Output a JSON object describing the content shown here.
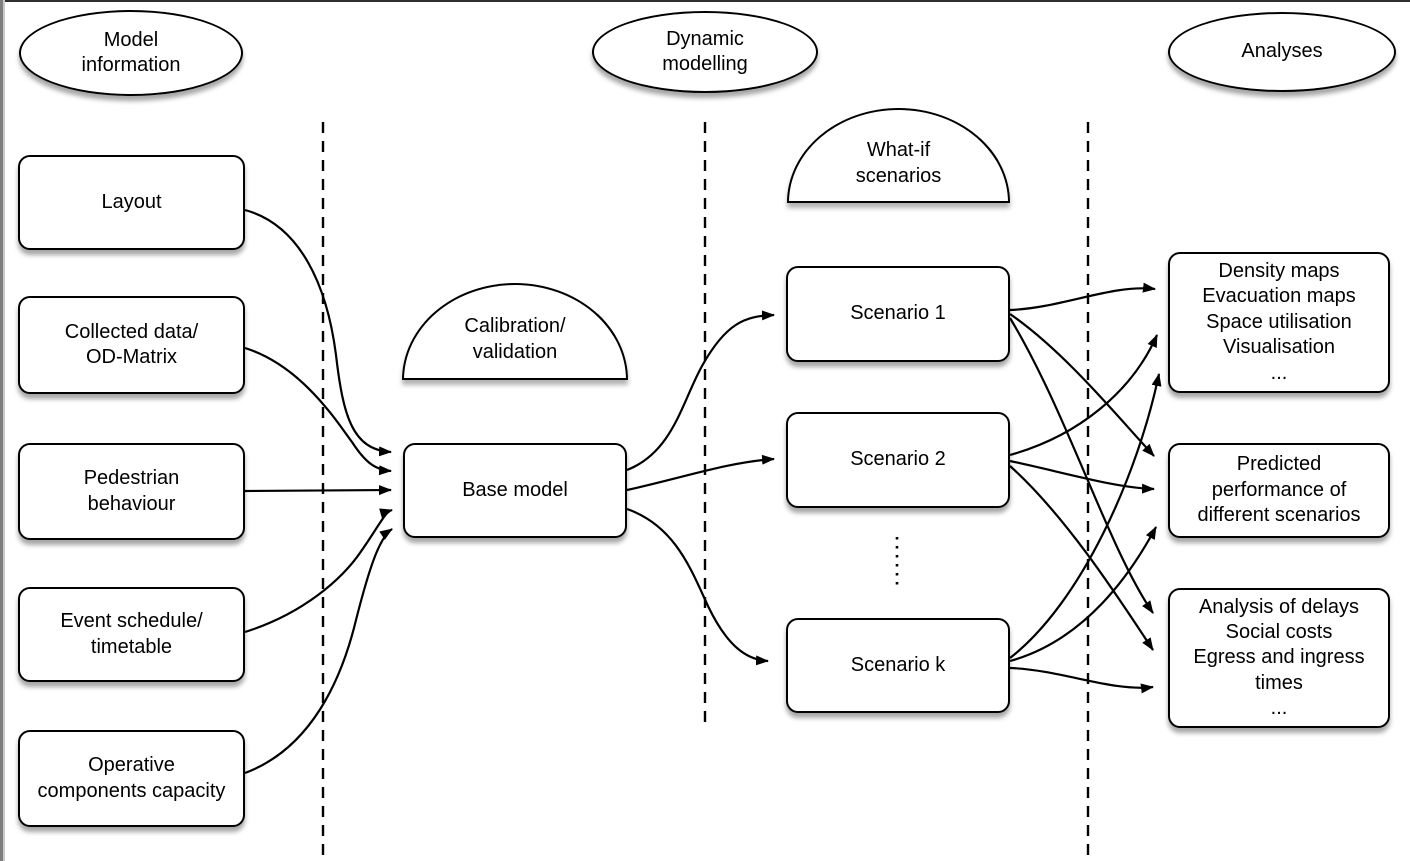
{
  "diagram": {
    "headers": {
      "model_information": "Model\ninformation",
      "dynamic_modelling": "Dynamic\nmodelling",
      "analyses": "Analyses"
    },
    "process_labels": {
      "calibration": "Calibration/\nvalidation",
      "what_if": "What-if\nscenarios"
    },
    "model_inputs": [
      {
        "label": "Layout"
      },
      {
        "label": "Collected data/\nOD-Matrix"
      },
      {
        "label": "Pedestrian\nbehaviour"
      },
      {
        "label": "Event schedule/\ntimetable"
      },
      {
        "label": "Operative\ncomponents capacity"
      }
    ],
    "base_model": {
      "label": "Base model"
    },
    "scenarios": [
      {
        "label": "Scenario 1"
      },
      {
        "label": "Scenario 2"
      },
      {
        "label": "Scenario k"
      }
    ],
    "analyses_outputs": [
      {
        "label": "Density maps\nEvacuation maps\nSpace utilisation\nVisualisation\n..."
      },
      {
        "label": "Predicted\nperformance of\ndifferent scenarios"
      },
      {
        "label": "Analysis of delays\nSocial costs\nEgress and ingress\ntimes\n..."
      }
    ],
    "colors": {
      "stroke": "#000000",
      "fill": "#ffffff",
      "background": "#ffffff",
      "edge_dark": "#2e2e2e",
      "edge_gray": "#7e7e7e"
    }
  }
}
